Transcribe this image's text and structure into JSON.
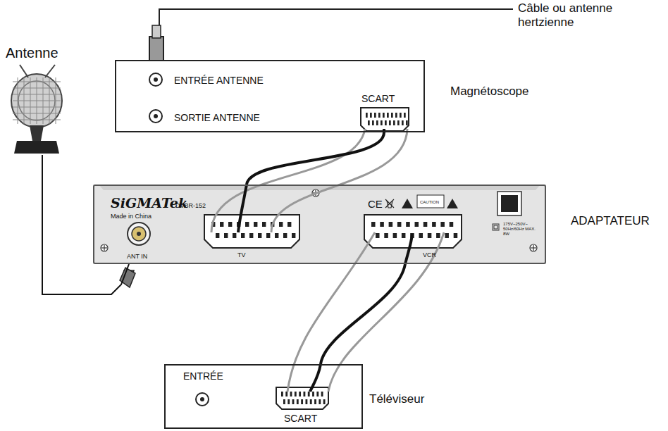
{
  "diagram": {
    "nodes": [
      {
        "text": [
          "Magnétoscope",
          "ENTRÉE ANTENNE",
          "SORTIE ANTENNE",
          "SCART"
        ]
      },
      {
        "text": [
          "Antenne"
        ]
      },
      {
        "text": [
          "ADAPTATEUR",
          "SiGMATek",
          "DVBR-152",
          "Made in China",
          "ANT IN",
          "TV",
          "VCR",
          "CE",
          "CAUTION",
          "175V~250V~ 50Hz/60Hz MAX. 8W"
        ]
      },
      {
        "text": [
          "Téléviseur",
          "ENTRÉE",
          "SCART"
        ]
      }
    ],
    "edges": [
      {
        "from": 1,
        "to": 2,
        "arrow": "none"
      },
      {
        "from": 0,
        "to": 2,
        "arrow": "none"
      },
      {
        "from": 2,
        "to": 3,
        "arrow": "none"
      }
    ],
    "labels": [
      "Câble ou antenne hertzienne"
    ]
  }
}
